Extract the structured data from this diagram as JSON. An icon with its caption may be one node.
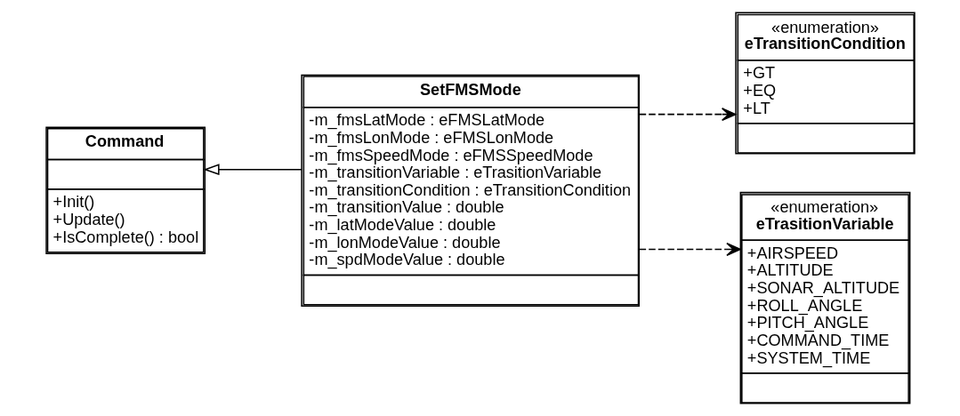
{
  "diagram": {
    "nodes": [
      {
        "text": [
          "Command",
          "+Init()",
          "+Update()",
          "+IsComplete() : bool"
        ]
      },
      {
        "text": [
          "SetFMSMode",
          "-m_fmsLatMode : eFMSLatMode",
          "-m_fmsLonMode : eFMSLonMode",
          "-m_fmsSpeedMode : eFMSSpeedMode",
          "-m_transitionVariable : eTrasitionVariable",
          "-m_transitionCondition : eTransitionCondition",
          "-m_transitionValue : double",
          "-m_latModeValue : double",
          "-m_lonModeValue : double",
          "-m_spdModeValue : double"
        ]
      },
      {
        "text": [
          "«enumeration»",
          "eTransitionCondition",
          "+GT",
          "+EQ",
          "+LT"
        ]
      },
      {
        "text": [
          "«enumeration»",
          "eTrasitionVariable",
          "+AIRSPEED",
          "+ALTITUDE",
          "+SONAR_ALTITUDE",
          "+ROLL_ANGLE",
          "+PITCH_ANGLE",
          "+COMMAND_TIME",
          "+SYSTEM_TIME"
        ]
      }
    ],
    "edges": [
      {
        "from": 1,
        "to": 0,
        "arrow": "to"
      },
      {
        "from": 1,
        "to": 2,
        "arrow": "to",
        "style": "dashed"
      },
      {
        "from": 1,
        "to": 3,
        "arrow": "to",
        "style": "dashed"
      }
    ]
  }
}
